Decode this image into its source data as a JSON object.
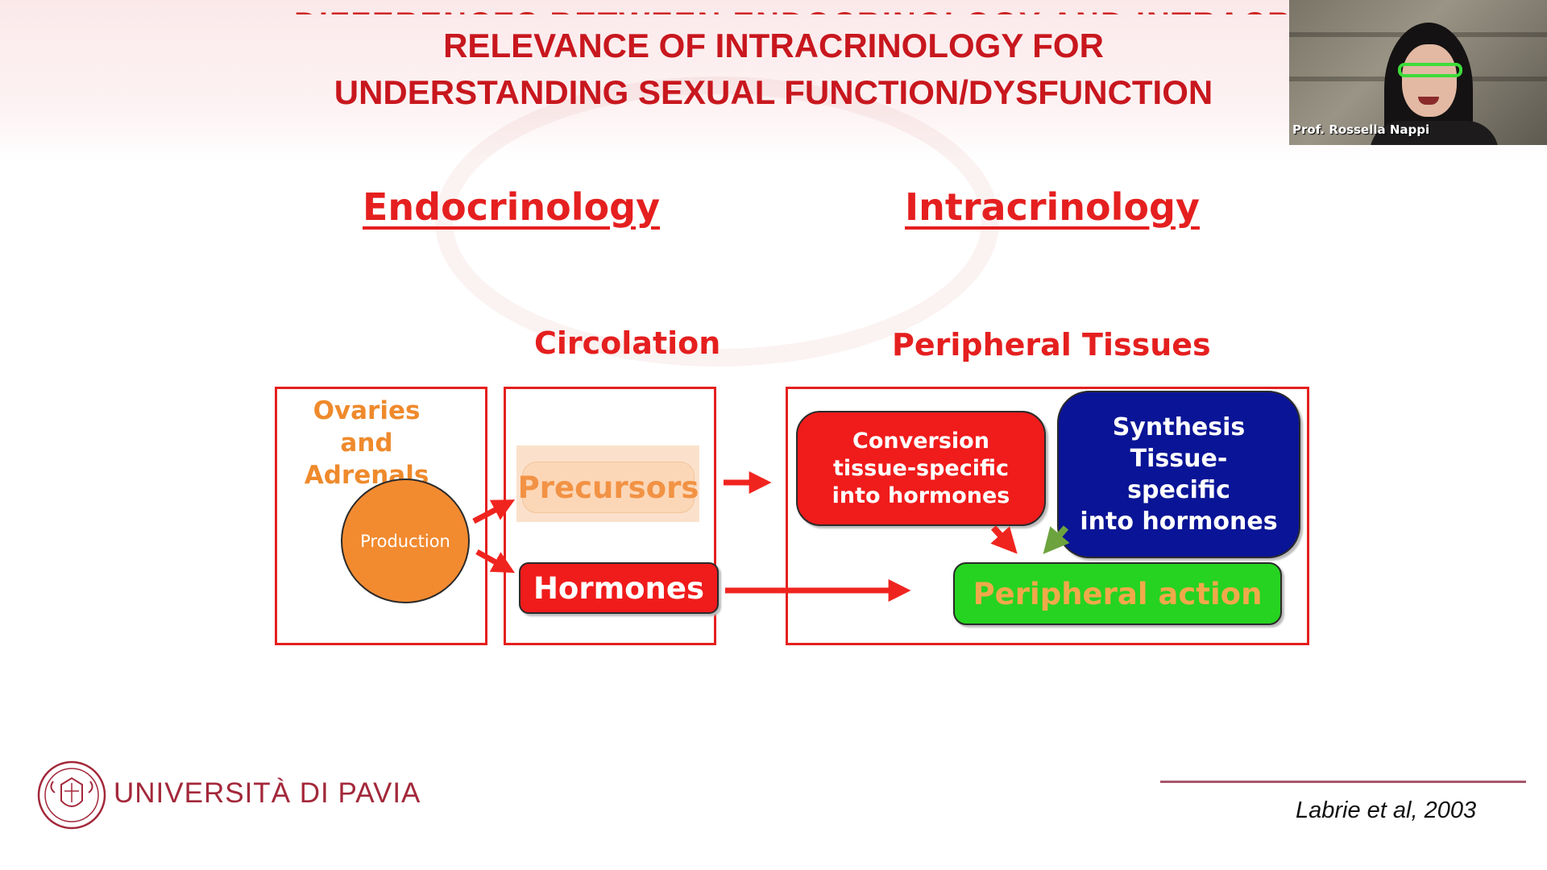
{
  "slide": {
    "ghost_title": "DIFFERENCES BETWEEN ENDOCRINOLOGY AND INTRACRINOLOGY",
    "title_line1": "RELEVANCE OF INTRACRINOLOGY FOR",
    "title_line2": "UNDERSTANDING SEXUAL FUNCTION/DYSFUNCTION",
    "section_left": "Endocrinology",
    "section_right": "Intracrinology",
    "label_circolation": "Circolation",
    "label_peripheral_tissues": "Peripheral Tissues",
    "ovaries_label": "Ovaries\nand Adrenals",
    "production_label": "Production",
    "precursors_label": "Precursors",
    "hormones_label": "Hormones",
    "conversion_label": "Conversion\ntissue-specific\ninto hormones",
    "synthesis_label": "Synthesis\nTissue-\nspecific\ninto hormones",
    "peripheral_action_label": "Peripheral action",
    "citation": "Labrie et al, 2003"
  },
  "video": {
    "participant_name": "Prof. Rossella Nappi"
  },
  "branding": {
    "university_name": "UNIVERSITÀ DI PAVIA"
  },
  "colors": {
    "title_red": "#c8171e",
    "diagram_red": "#e51f1f",
    "orange": "#f28a30",
    "navy": "#0a1496",
    "green": "#26d320",
    "brand_burgundy": "#a3283a"
  }
}
